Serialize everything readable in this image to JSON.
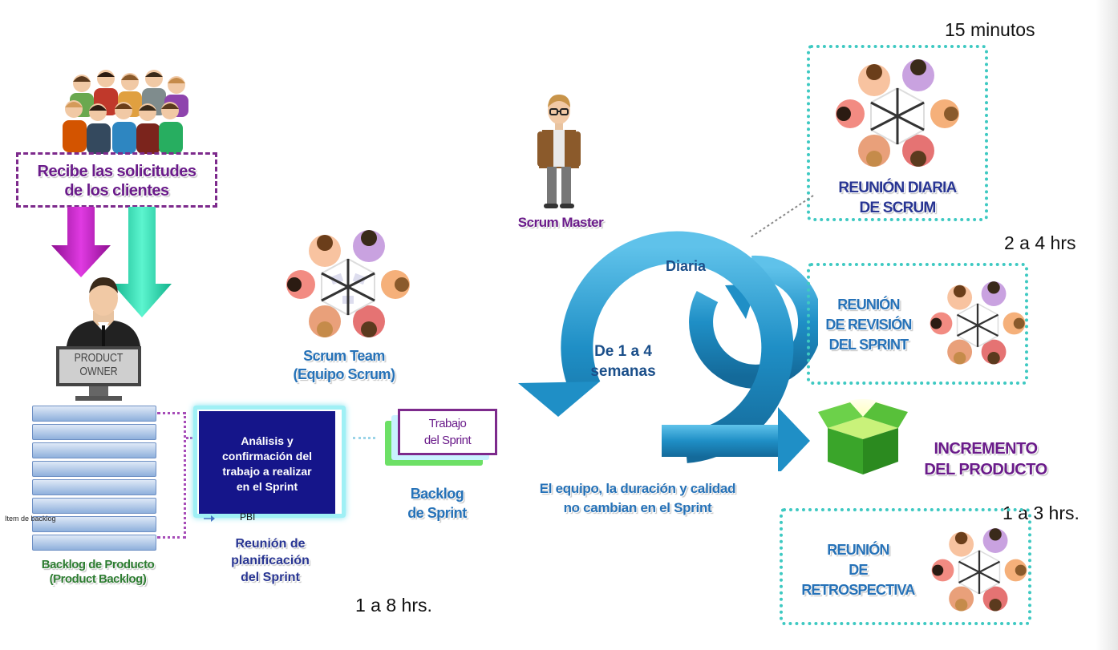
{
  "labels": {
    "time_daily": "15 minutos",
    "time_review": "2 a 4 hrs",
    "time_retro": "1 a 3 hrs.",
    "time_planning": "1 a 8 hrs.",
    "client_requests_line1": "Recibe las solicitudes",
    "client_requests_line2": "de los clientes",
    "product_owner_line1": "PRODUCT",
    "product_owner_line2": "OWNER",
    "scrum_master": "Scrum Master",
    "scrum_team_line1": "Scrum Team",
    "scrum_team_line2": "(Equipo Scrum)",
    "daily": "Diaria",
    "sprint_length_line1": "De 1 a 4",
    "sprint_length_line2": "semanas",
    "daily_meeting_line1": "REUNIÓN DIARIA",
    "daily_meeting_line2": "DE SCRUM",
    "review_line1": "REUNIÓN",
    "review_line2": "DE REVISIÓN",
    "review_line3": "DEL SPRINT",
    "retro_line1": "REUNIÓN",
    "retro_line2": "DE",
    "retro_line3": "RETROSPECTIVA",
    "increment_line1": "INCREMENTO",
    "increment_line2": "DEL PRODUCTO",
    "planning_box_line1": "Análisis y",
    "planning_box_line2": "confirmación del",
    "planning_box_line3": "trabajo a realizar",
    "planning_box_line4": "en el Sprint",
    "pbi": "PBI",
    "item_backlog": "Item de backlog",
    "planning_line1": "Reunión de",
    "planning_line2": "planificación",
    "planning_line3": "del Sprint",
    "sprint_work_line1": "Trabajo",
    "sprint_work_line2": "del Sprint",
    "sprint_backlog_line1": "Backlog",
    "sprint_backlog_line2": "de Sprint",
    "team_note_line1": "El equipo, la duración y calidad",
    "team_note_line2": "no cambian en el Sprint",
    "product_backlog_line1": "Backlog de Producto",
    "product_backlog_line2": "(Product Backlog)"
  },
  "colors": {
    "purple": "#7d2a8c",
    "teal": "#3ec9c2",
    "cycle_blue": "#1f8fc6",
    "planning_box": "#15158a",
    "green": "#2e7d32",
    "magenta_arrow": "#c21fc4",
    "mint_arrow": "#2ee6b8"
  }
}
